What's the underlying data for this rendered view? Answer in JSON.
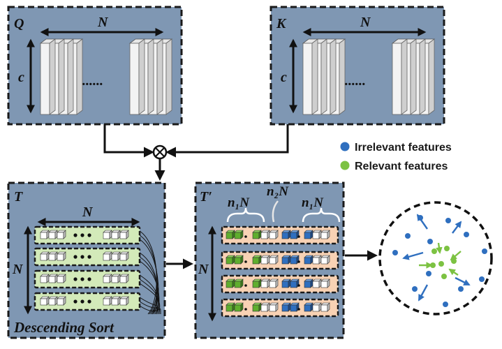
{
  "panels": {
    "q": {
      "label": "Q",
      "width_label": "N",
      "height_label": "c",
      "ellipsis": "......"
    },
    "k": {
      "label": "K",
      "width_label": "N",
      "height_label": "c",
      "ellipsis": "......"
    },
    "t": {
      "label": "T",
      "width_label": "N",
      "height_label": "N",
      "caption": "Descending Sort"
    },
    "tp": {
      "label": "T′",
      "height_label": "N",
      "seg_left": "n₁N",
      "seg_mid": "n₂N",
      "seg_right": "n₁N"
    }
  },
  "legend": {
    "items": [
      {
        "label": "Irrelevant features",
        "color": "#2f6fbf"
      },
      {
        "label": "Relevant features",
        "color": "#7cc242"
      }
    ]
  },
  "operator": "⊗",
  "colors": {
    "panel": "#7f97b3",
    "green_bar": "#d3eab9",
    "peach_bar": "#f8d2b4",
    "blue_dot": "#2f6fbf",
    "green_dot": "#7cc242"
  }
}
